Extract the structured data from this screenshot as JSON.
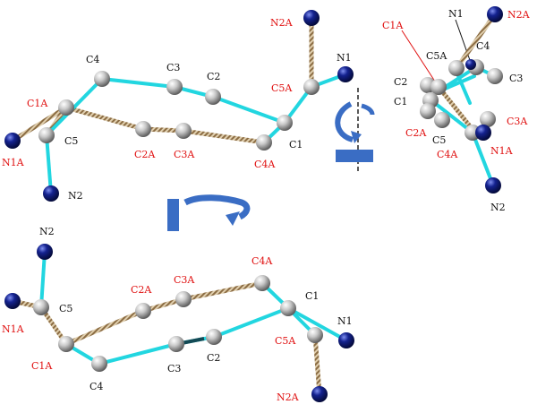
{
  "colors": {
    "label_dark": "#111111",
    "label_red": "#e01010",
    "bond_solid": "#22d6e0",
    "bond_dashed": "#b89a70",
    "atom_c": "#b8b8b8",
    "atom_n": "#0b1a8a",
    "arrow_blue": "#3a6dc4"
  },
  "diagram": {
    "views": [
      {
        "id": "top-left",
        "atoms": [
          {
            "id": "C4",
            "label": "C4",
            "kind": "C",
            "color": "dark"
          },
          {
            "id": "C3",
            "label": "C3",
            "kind": "C",
            "color": "dark"
          },
          {
            "id": "C2",
            "label": "C2",
            "kind": "C",
            "color": "dark"
          },
          {
            "id": "C5A",
            "label": "C5A",
            "kind": "C",
            "color": "red"
          },
          {
            "id": "N2A",
            "label": "N2A",
            "kind": "N",
            "color": "red"
          },
          {
            "id": "N1",
            "label": "N1",
            "kind": "N",
            "color": "dark"
          },
          {
            "id": "C1",
            "label": "C1",
            "kind": "C",
            "color": "dark"
          },
          {
            "id": "C4A",
            "label": "C4A",
            "kind": "C",
            "color": "red"
          },
          {
            "id": "C3A",
            "label": "C3A",
            "kind": "C",
            "color": "red"
          },
          {
            "id": "C2A",
            "label": "C2A",
            "kind": "C",
            "color": "red"
          },
          {
            "id": "C1A",
            "label": "C1A",
            "kind": "C",
            "color": "red"
          },
          {
            "id": "C5",
            "label": "C5",
            "kind": "C",
            "color": "dark"
          },
          {
            "id": "N1A",
            "label": "N1A",
            "kind": "N",
            "color": "red"
          },
          {
            "id": "N2",
            "label": "N2",
            "kind": "N",
            "color": "dark"
          }
        ]
      },
      {
        "id": "top-right",
        "atoms": [
          {
            "id": "N1",
            "label": "N1",
            "kind": "N",
            "color": "dark"
          },
          {
            "id": "N2A",
            "label": "N2A",
            "kind": "N",
            "color": "red"
          },
          {
            "id": "C1A",
            "label": "C1A",
            "kind": "C",
            "color": "red"
          },
          {
            "id": "C5A",
            "label": "C5A",
            "kind": "C",
            "color": "dark"
          },
          {
            "id": "C4",
            "label": "C4",
            "kind": "C",
            "color": "dark"
          },
          {
            "id": "C3",
            "label": "C3",
            "kind": "C",
            "color": "dark"
          },
          {
            "id": "C2",
            "label": "C2",
            "kind": "C",
            "color": "dark"
          },
          {
            "id": "C1",
            "label": "C1",
            "kind": "C",
            "color": "dark"
          },
          {
            "id": "C2A",
            "label": "C2A",
            "kind": "C",
            "color": "red"
          },
          {
            "id": "C5",
            "label": "C5",
            "kind": "C",
            "color": "dark"
          },
          {
            "id": "C3A",
            "label": "C3A",
            "kind": "C",
            "color": "red"
          },
          {
            "id": "N1A",
            "label": "N1A",
            "kind": "N",
            "color": "red"
          },
          {
            "id": "C4A",
            "label": "C4A",
            "kind": "C",
            "color": "red"
          },
          {
            "id": "N2",
            "label": "N2",
            "kind": "N",
            "color": "dark"
          }
        ]
      },
      {
        "id": "bottom",
        "atoms": [
          {
            "id": "N2",
            "label": "N2",
            "kind": "N",
            "color": "dark"
          },
          {
            "id": "C5",
            "label": "C5",
            "kind": "C",
            "color": "dark"
          },
          {
            "id": "N1A",
            "label": "N1A",
            "kind": "N",
            "color": "red"
          },
          {
            "id": "C2A",
            "label": "C2A",
            "kind": "C",
            "color": "red"
          },
          {
            "id": "C3A",
            "label": "C3A",
            "kind": "C",
            "color": "red"
          },
          {
            "id": "C4A",
            "label": "C4A",
            "kind": "C",
            "color": "red"
          },
          {
            "id": "C1",
            "label": "C1",
            "kind": "C",
            "color": "dark"
          },
          {
            "id": "N1",
            "label": "N1",
            "kind": "N",
            "color": "dark"
          },
          {
            "id": "C5A",
            "label": "C5A",
            "kind": "C",
            "color": "red"
          },
          {
            "id": "N2A",
            "label": "N2A",
            "kind": "N",
            "color": "red"
          },
          {
            "id": "C1A",
            "label": "C1A",
            "kind": "C",
            "color": "red"
          },
          {
            "id": "C4",
            "label": "C4",
            "kind": "C",
            "color": "dark"
          },
          {
            "id": "C3",
            "label": "C3",
            "kind": "C",
            "color": "dark"
          },
          {
            "id": "C2",
            "label": "C2",
            "kind": "C",
            "color": "dark"
          }
        ]
      }
    ],
    "arrows": [
      {
        "id": "rotate-vertical-axis",
        "icon": "rotation-arrow-icon"
      },
      {
        "id": "rotate-horizontal-axis",
        "icon": "rotation-arrow-icon"
      }
    ]
  }
}
